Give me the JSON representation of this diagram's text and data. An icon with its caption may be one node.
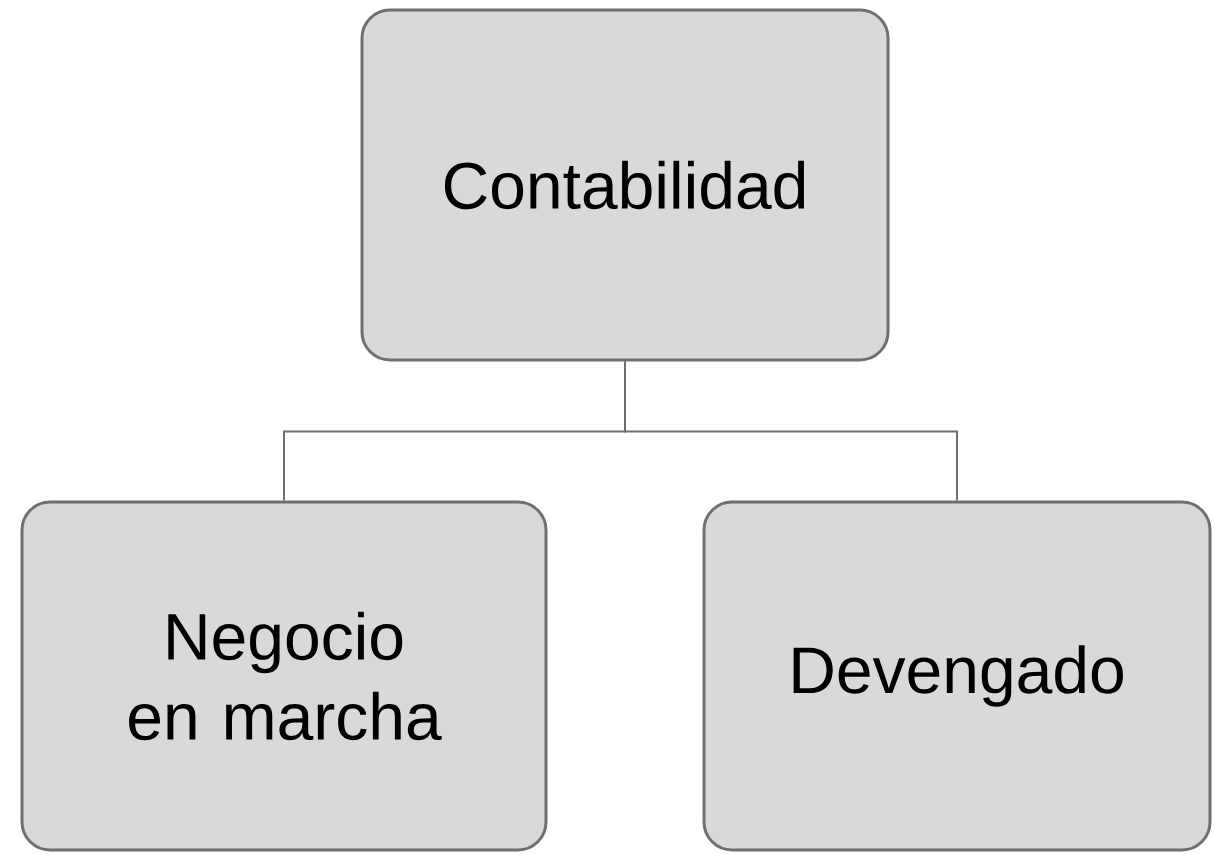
{
  "diagram": {
    "nodes": [
      {
        "text": [
          "Contabilidad"
        ]
      },
      {
        "text": [
          "Negocio en marcha"
        ]
      },
      {
        "text": [
          "Devengado"
        ]
      }
    ],
    "edges": [
      {
        "from": 0,
        "to": 1,
        "arrow": "none"
      },
      {
        "from": 0,
        "to": 2,
        "arrow": "none"
      }
    ]
  }
}
